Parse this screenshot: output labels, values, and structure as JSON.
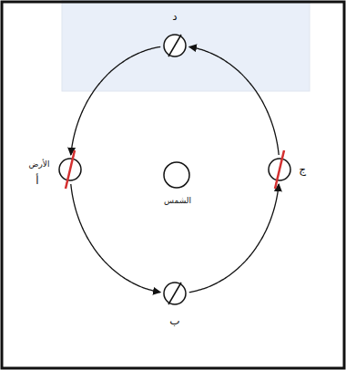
{
  "diagram": {
    "nodes": [
      {
        "text": [
          "د"
        ]
      },
      {
        "text": [
          "الأرض",
          "أ"
        ]
      },
      {
        "text": [
          "الشمس"
        ]
      },
      {
        "text": [
          "ج"
        ]
      },
      {
        "text": [
          "ب"
        ]
      }
    ],
    "edges": [
      {
        "from": 1,
        "to": 4,
        "arrow": "to"
      },
      {
        "from": 4,
        "to": 3,
        "arrow": "to"
      },
      {
        "from": 3,
        "to": 0,
        "arrow": "to"
      },
      {
        "from": 0,
        "to": 1,
        "arrow": "to"
      }
    ]
  }
}
